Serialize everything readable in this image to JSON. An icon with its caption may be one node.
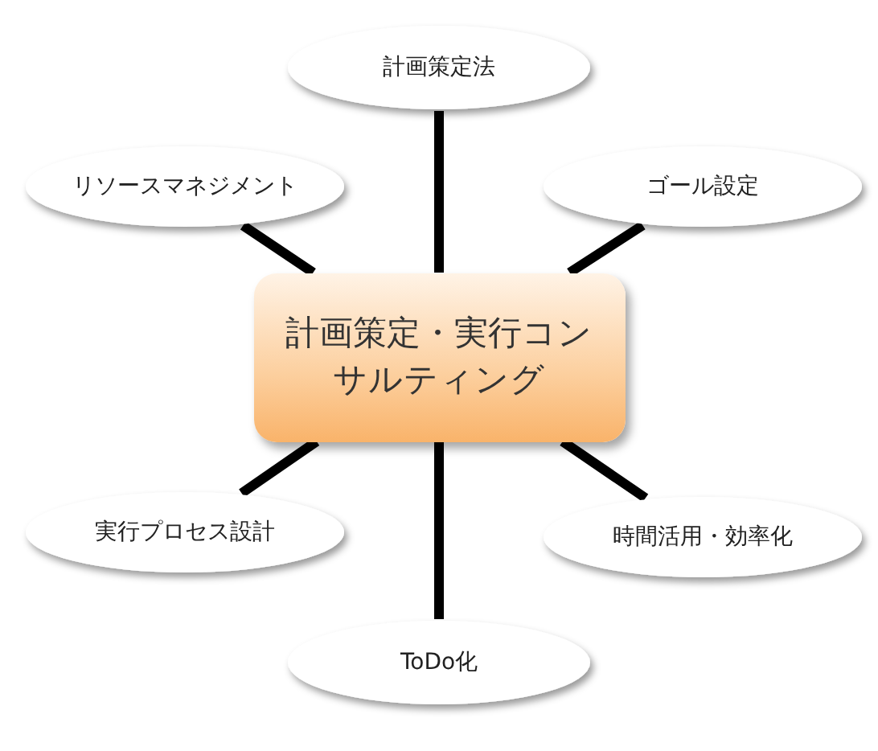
{
  "diagram": {
    "nodes": [
      {
        "text": [
          "計画策定法"
        ]
      },
      {
        "text": [
          "リソースマネジメント"
        ]
      },
      {
        "text": [
          "ゴール設定"
        ]
      },
      {
        "text": [
          "計画策定・実行コンサルティング"
        ]
      },
      {
        "text": [
          "実行プロセス設計"
        ]
      },
      {
        "text": [
          "時間活用・効率化"
        ]
      },
      {
        "text": [
          "ToDo化"
        ]
      }
    ],
    "edges": [
      {
        "from": 3,
        "to": 0,
        "arrow": "none"
      },
      {
        "from": 3,
        "to": 1,
        "arrow": "none"
      },
      {
        "from": 3,
        "to": 2,
        "arrow": "none"
      },
      {
        "from": 3,
        "to": 4,
        "arrow": "none"
      },
      {
        "from": 3,
        "to": 5,
        "arrow": "none"
      },
      {
        "from": 3,
        "to": 6,
        "arrow": "none"
      }
    ]
  }
}
